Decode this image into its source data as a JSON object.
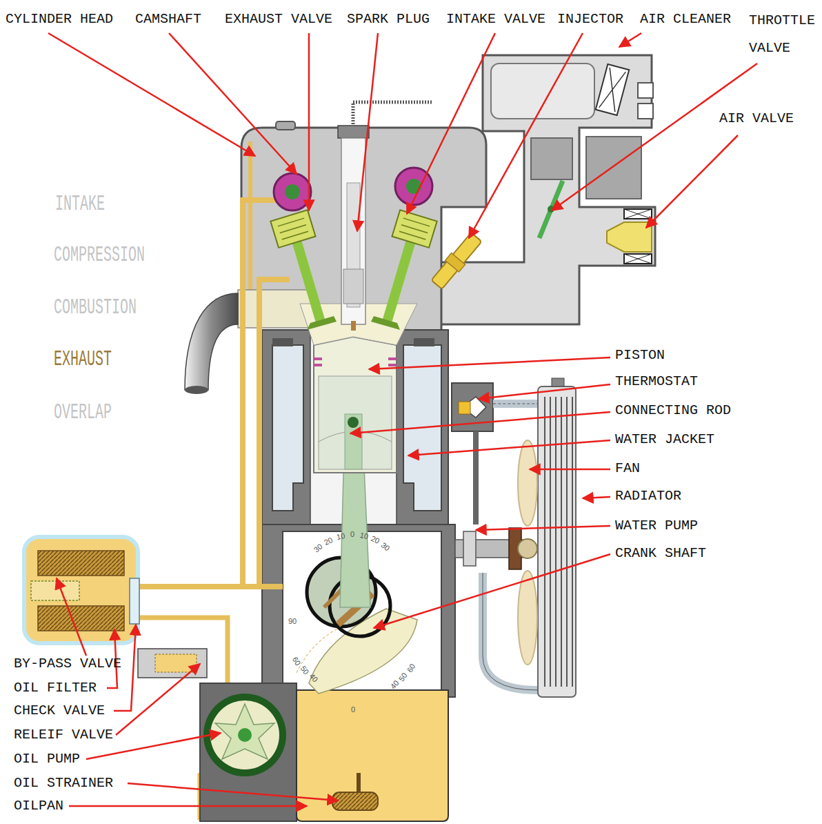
{
  "diagram": {
    "labels": [
      "CYLINDER HEAD",
      "CAMSHAFT",
      "EXHAUST VALVE",
      "SPARK PLUG",
      "INTAKE VALVE",
      "INJECTOR",
      "AIR CLEANER",
      "THROTTLE VALVE",
      "AIR VALVE",
      "INTAKE",
      "COMPRESSION",
      "COMBUSTION",
      "EXHAUST",
      "OVERLAP",
      "PISTON",
      "THERMOSTAT",
      "CONNECTING ROD",
      "WATER JACKET",
      "FAN",
      "RADIATOR",
      "WATER PUMP",
      "CRANK SHAFT",
      "30",
      "20",
      "10",
      "0",
      "10",
      "20",
      "30",
      "90",
      "60",
      "50",
      "40",
      "0",
      "40",
      "50",
      "60",
      "BY-PASS VALVE",
      "OIL FILTER",
      "CHECK VALVE",
      "RELEIF VALVE",
      "OIL PUMP",
      "OIL STRAINER",
      "OILPAN"
    ]
  }
}
